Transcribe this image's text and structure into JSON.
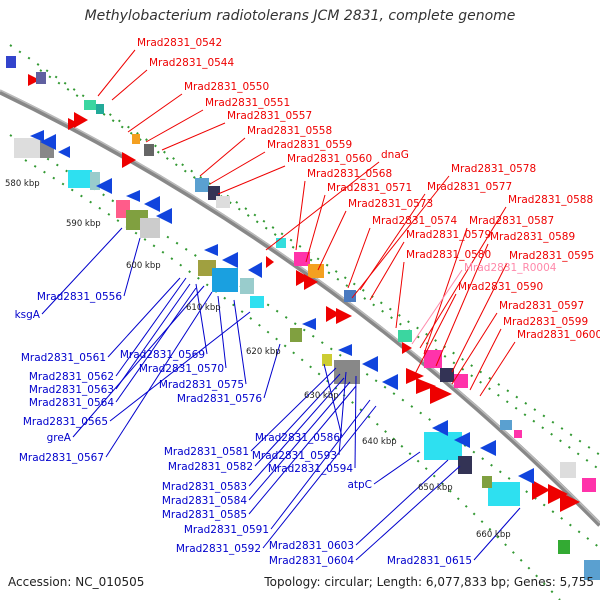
{
  "title": "Methylobacterium radiotolerans JCM 2831, complete genome",
  "accession": "Accession: NC_010505",
  "stats": "Topology: circular; Length: 6,077,833 bp; Genes: 5,755",
  "colors": {
    "forward_label": "#ee0000",
    "reverse_label": "#0000cc",
    "rna_label": "#ff88aa",
    "backbone": "#888888",
    "tick": "#339933"
  },
  "scale_labels": [
    "580 kbp",
    "590 kbp",
    "600 kbp",
    "610 kbp",
    "620 kbp",
    "630 kbp",
    "640 kbp",
    "650 kbp",
    "660 kbp"
  ],
  "forward_labels": [
    "Mrad2831_0542",
    "Mrad2831_0544",
    "Mrad2831_0550",
    "Mrad2831_0551",
    "Mrad2831_0557",
    "Mrad2831_0558",
    "Mrad2831_0559",
    "Mrad2831_0560",
    "dnaG",
    "Mrad2831_0568",
    "Mrad2831_0571",
    "Mrad2831_0573",
    "Mrad2831_0574",
    "Mrad2831_0578",
    "Mrad2831_0577",
    "Mrad2831_0579",
    "Mrad2831_0580",
    "Mrad2831_0588",
    "Mrad2831_0587",
    "Mrad2831_0589",
    "Mrad2831_0595",
    "Mrad2831_0590",
    "Mrad2831_0597",
    "Mrad2831_0599",
    "Mrad2831_0600"
  ],
  "rna_labels": [
    "Mrad2831_R0004"
  ],
  "reverse_labels": [
    "Mrad2831_0556",
    "ksgA",
    "Mrad2831_0561",
    "Mrad2831_0569",
    "Mrad2831_0562",
    "Mrad2831_0570",
    "Mrad2831_0563",
    "Mrad2831_0575",
    "Mrad2831_0564",
    "Mrad2831_0576",
    "Mrad2831_0565",
    "greA",
    "Mrad2831_0567",
    "Mrad2831_0586",
    "Mrad2831_0581",
    "Mrad2831_0593",
    "Mrad2831_0582",
    "Mrad2831_0594",
    "Mrad2831_0583",
    "Mrad2831_0584",
    "Mrad2831_0585",
    "atpC",
    "Mrad2831_0591",
    "Mrad2831_0592",
    "Mrad2831_0603",
    "Mrad2831_0604",
    "Mrad2831_0615"
  ]
}
